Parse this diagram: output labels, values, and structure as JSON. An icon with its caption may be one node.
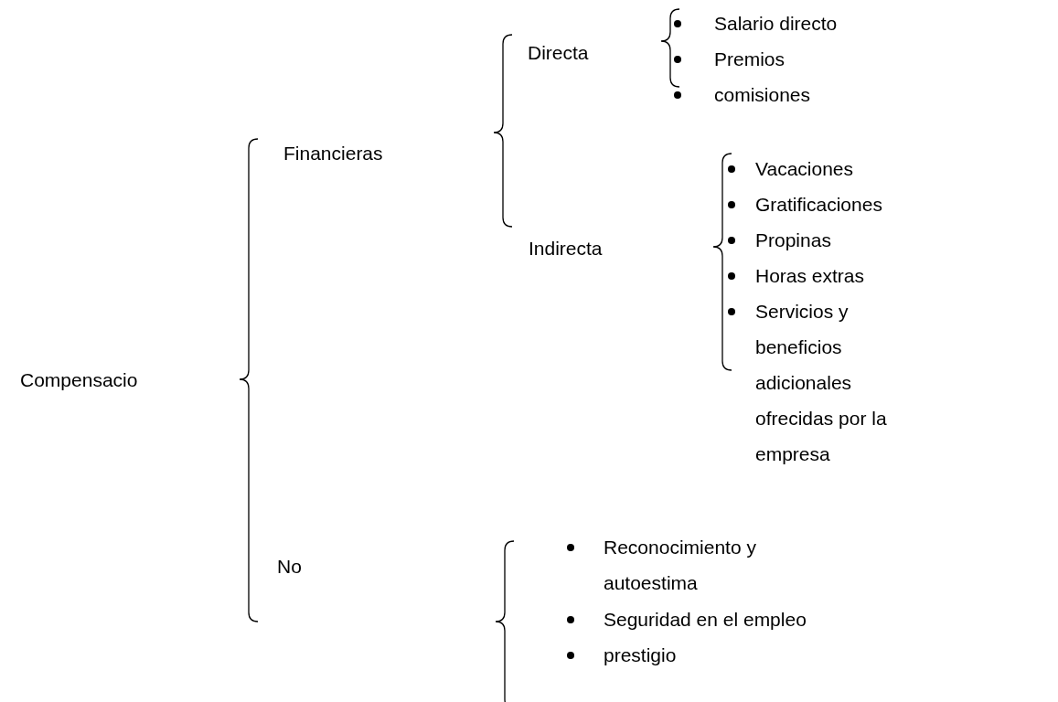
{
  "diagram": {
    "labels": [
      "Compensacio",
      "Financieras",
      "Directa",
      "Salario directo",
      "Premios",
      "comisiones",
      "Indirecta",
      "Vacaciones",
      "Gratificaciones",
      "Propinas",
      "Horas extras",
      "Servicios y beneficios adicionales ofrecidas por la empresa",
      "No",
      "Reconocimiento y autoestima",
      "Seguridad en el empleo",
      "prestigio"
    ]
  }
}
